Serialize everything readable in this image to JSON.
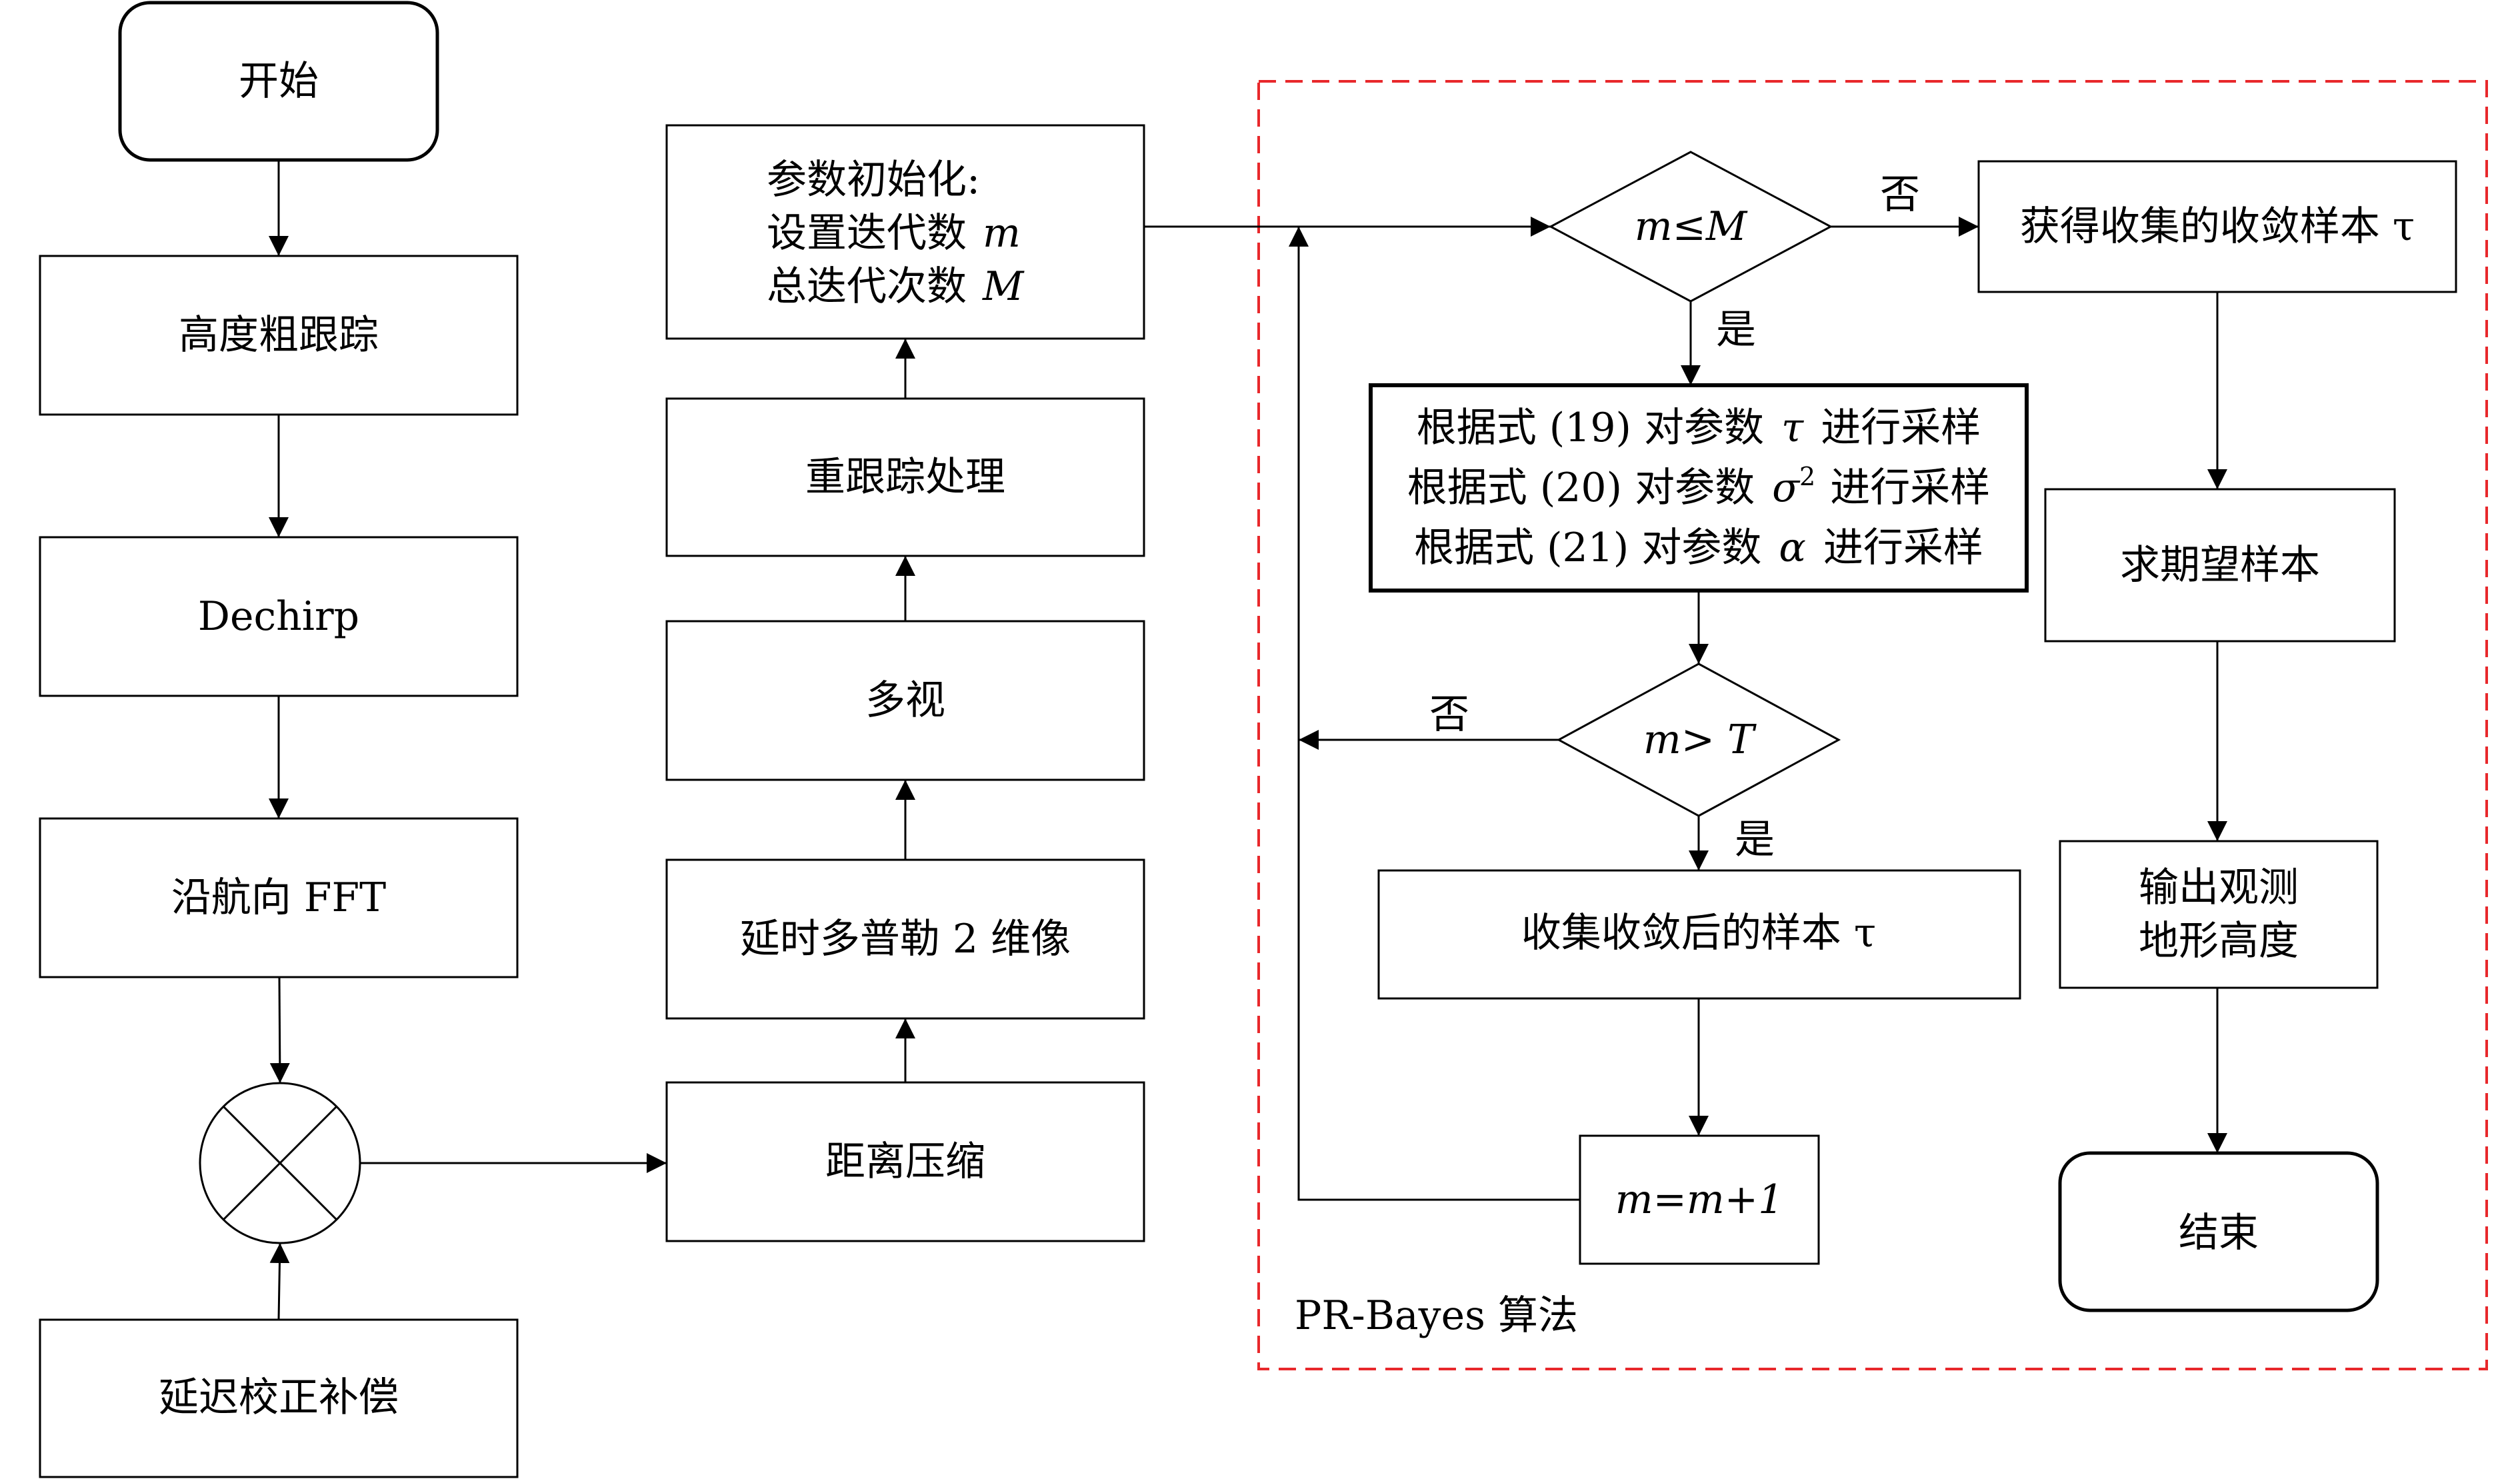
{
  "colors": {
    "stroke": "#000000",
    "frame": "#e8282b",
    "background": "#ffffff"
  },
  "left_column": {
    "start": "开始",
    "coarse_tracking": "高度粗跟踪",
    "dechirp": "Dechirp",
    "along_track_fft": "沿航向 FFT",
    "multiplier_symbol": "circle-times",
    "delay_compensation": "延迟校正补偿"
  },
  "middle_column": {
    "range_compression": "距离压缩",
    "delay_doppler": "延时多普勒 2 维像",
    "multilook": "多视",
    "retracking": "重跟踪处理",
    "init": {
      "line1": "参数初始化:",
      "line2_text": "设置迭代数",
      "line2_var": "m",
      "line3_text": "总迭代次数",
      "line3_var": "M"
    }
  },
  "algorithm": {
    "frame_label": "PR-Bayes 算法",
    "cond1": "m≤M",
    "cond1_no": "否",
    "cond1_yes": "是",
    "sampling": {
      "line1_pre": "根据式 (19) 对参数",
      "line1_var": "τ",
      "line1_post": "进行采样",
      "line2_pre": "根据式 (20) 对参数",
      "line2_var": "σ",
      "line2_sup": "2",
      "line2_post": "进行采样",
      "line3_pre": "根据式 (21) 对参数",
      "line3_var": "α",
      "line3_post": "进行采样"
    },
    "cond2": "m> T",
    "cond2_no": "否",
    "cond2_yes": "是",
    "collect": "收集收敛后的样本 τ",
    "increment": "m=m+1",
    "obtain": "获得收集的收敛样本 τ",
    "expected": "求期望样本",
    "output_line1": "输出观测",
    "output_line2": "地形高度",
    "end": "结束"
  }
}
